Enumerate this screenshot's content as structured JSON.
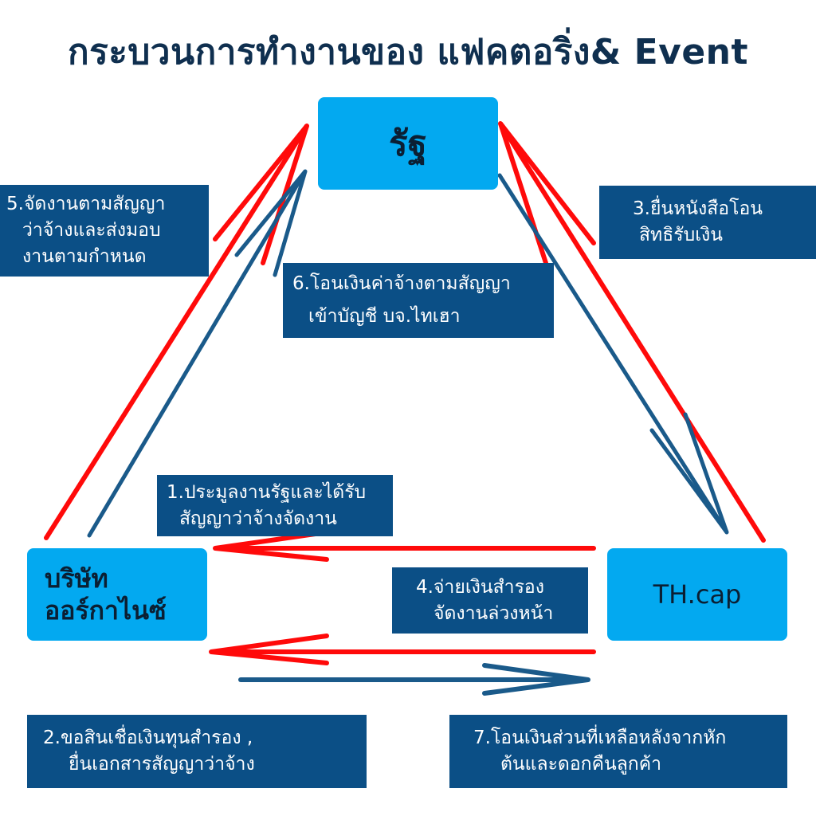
{
  "title": "กระบวนการทำงานของ แฟคตอริ่ง& Event",
  "nodes": {
    "government": "รัฐ",
    "organizer_line1": "บริษัท",
    "organizer_line2": "ออร์กาไนซ์",
    "thcap": "TH.cap"
  },
  "steps": {
    "s1": {
      "line1": "1.ประมูลงานรัฐและได้รับ",
      "line2": "สัญญาว่าจ้างจัดงาน"
    },
    "s2": {
      "line1": "2.ขอสินเชื่อเงินทุนสำรอง ,",
      "line2": "ยื่นเอกสารสัญญาว่าจ้าง"
    },
    "s3": {
      "line1": "3.ยื่นหนังสือโอน",
      "line2": "สิทธิรับเงิน"
    },
    "s4": {
      "line1": "4.จ่ายเงินสำรอง",
      "line2": "จัดงานล่วงหน้า"
    },
    "s5": {
      "line1": "5.จัดงานตามสัญญา",
      "line2": "ว่าจ้างและส่งมอบ",
      "line3": "งานตามกำหนด"
    },
    "s6": {
      "line1": "6.โอนเงินค่าจ้างตามสัญญา",
      "line2": "เข้าบัญชี บจ.ไทเฮา"
    },
    "s7": {
      "line1": "7.โอนเงินส่วนที่เหลือหลังจากหัก",
      "line2": "ต้นและดอกคืนลูกค้า"
    }
  },
  "colors": {
    "red_arrow": "#ff0a0a",
    "blue_arrow": "#1a5a8a",
    "node_fill": "#03a9f0",
    "label_fill": "#0b4f86"
  }
}
